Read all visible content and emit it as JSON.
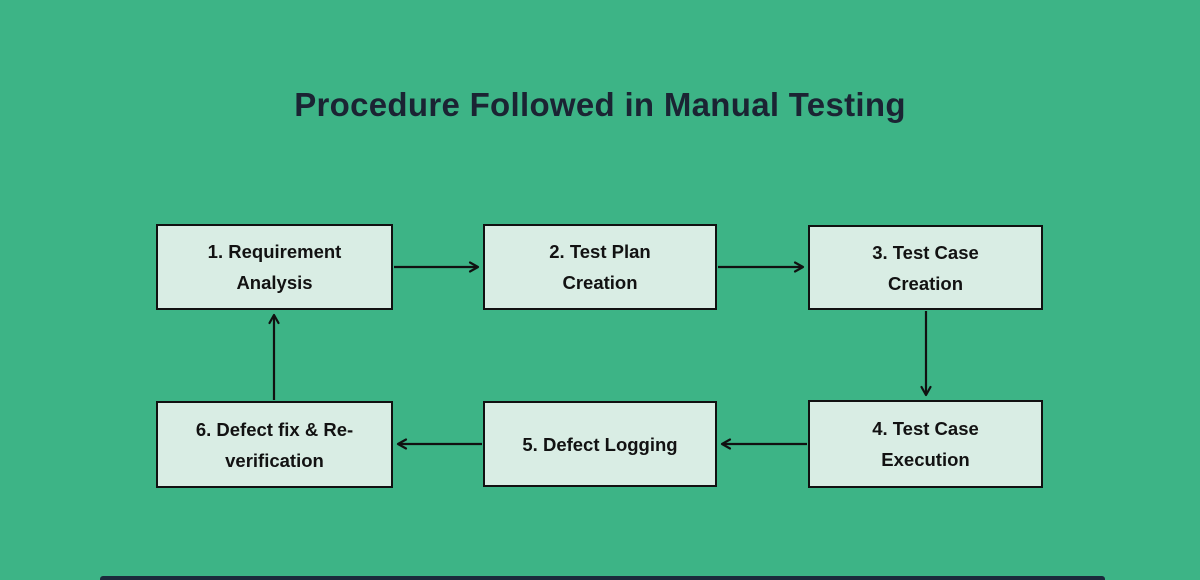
{
  "title": "Procedure Followed in Manual Testing",
  "colors": {
    "background": "#3DB486",
    "box_fill": "#D9EDE4",
    "box_border": "#111111",
    "box_text": "#121212",
    "title_text": "#1B2433",
    "arrow": "#111111",
    "bottom_bar": "#1B2A3B"
  },
  "diagram": {
    "type": "flowchart",
    "steps": [
      {
        "id": "1",
        "lines": [
          "1. Requirement",
          "Analysis"
        ]
      },
      {
        "id": "2",
        "lines": [
          "2. Test Plan",
          "Creation"
        ]
      },
      {
        "id": "3",
        "lines": [
          "3. Test Case",
          "Creation"
        ]
      },
      {
        "id": "4",
        "lines": [
          "4. Test Case",
          "Execution"
        ]
      },
      {
        "id": "5",
        "lines": [
          "5. Defect Logging"
        ]
      },
      {
        "id": "6",
        "lines": [
          "6. Defect fix & Re-",
          "verification"
        ]
      }
    ],
    "connections": [
      {
        "from": "1",
        "to": "2"
      },
      {
        "from": "2",
        "to": "3"
      },
      {
        "from": "3",
        "to": "4"
      },
      {
        "from": "4",
        "to": "5"
      },
      {
        "from": "5",
        "to": "6"
      },
      {
        "from": "6",
        "to": "1"
      }
    ]
  }
}
